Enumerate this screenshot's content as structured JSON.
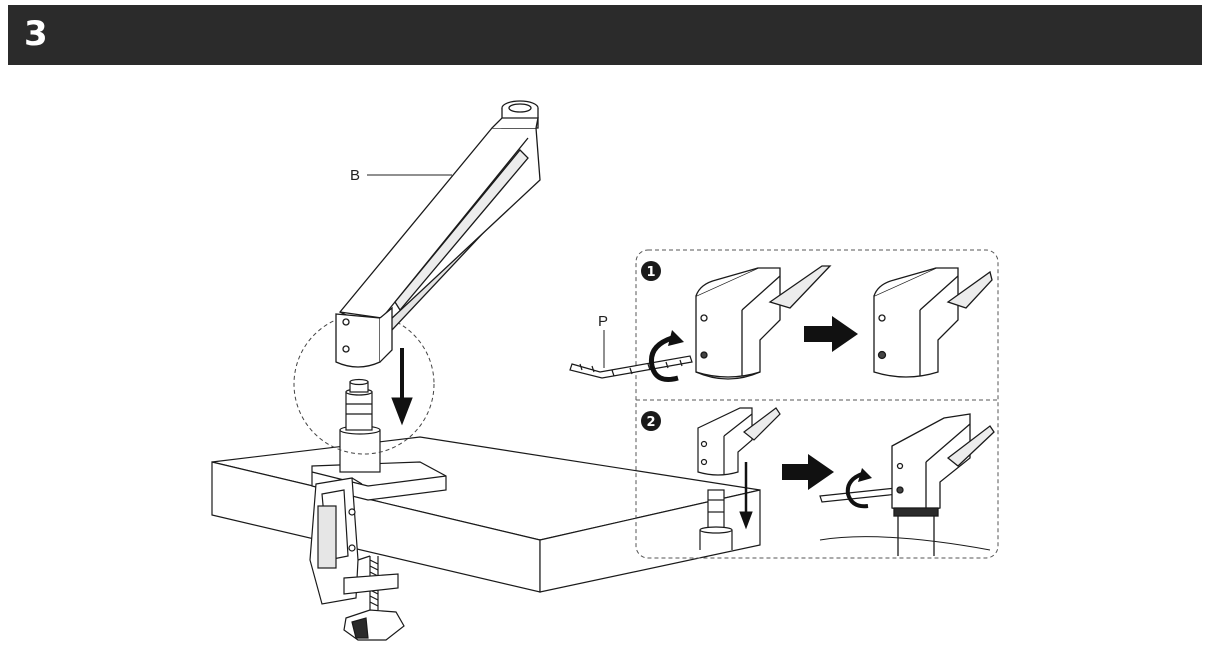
{
  "header": {
    "step_number": "3",
    "background": "#2b2b2b"
  },
  "labels": {
    "arm": "B",
    "hex_key": "P"
  },
  "detail": {
    "steps": [
      {
        "number": "1"
      },
      {
        "number": "2"
      }
    ]
  },
  "colors": {
    "line": "#1a1a1a",
    "fill": "#ffffff",
    "shade": "#d9d9d9",
    "dark": "#2b2b2b"
  }
}
